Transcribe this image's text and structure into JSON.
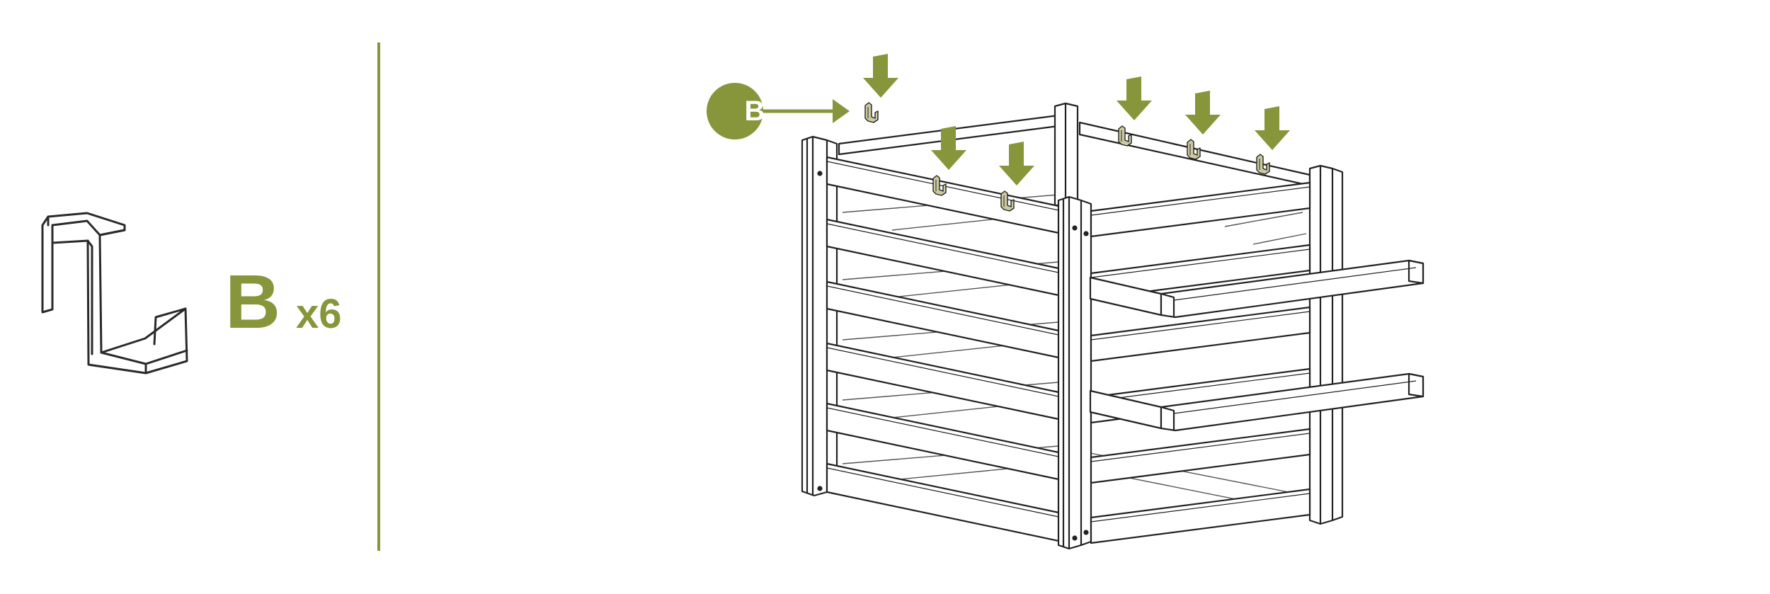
{
  "part": {
    "letter": "B",
    "quantity": "x6"
  },
  "callout": {
    "letter": "B"
  },
  "icons": [
    "hook-bracket-icon",
    "down-arrow-icon",
    "right-arrow-icon"
  ],
  "colors": {
    "accent": "#87963a",
    "hook_fill": "#ccc9a0",
    "line": "#222222"
  }
}
